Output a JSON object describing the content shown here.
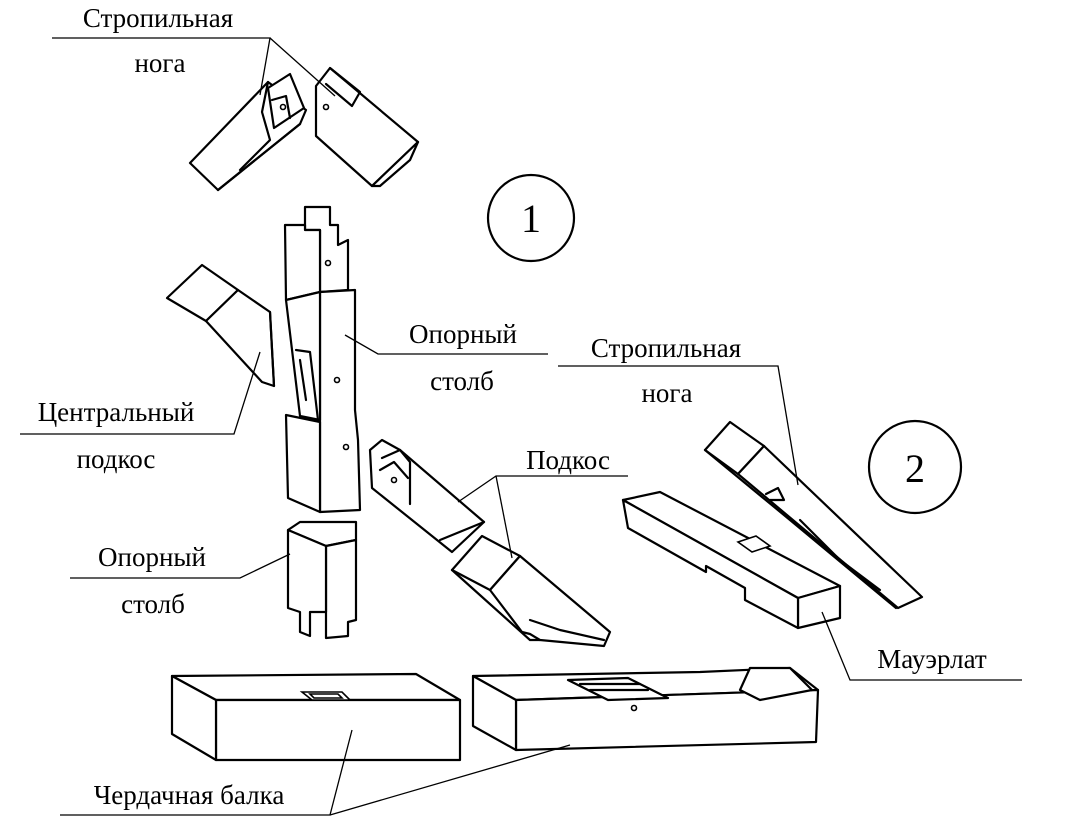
{
  "labels": {
    "rafter_top_l1": "Стропильная",
    "rafter_top_l2": "нога",
    "post_mid_l1": "Опорный",
    "post_mid_l2": "столб",
    "rafter_right_l1": "Стропильная",
    "rafter_right_l2": "нога",
    "central_brace_l1": "Центральный",
    "central_brace_l2": "подкос",
    "brace": "Подкос",
    "post_low_l1": "Опорный",
    "post_low_l2": "столб",
    "wall_plate": "Мауэрлат",
    "attic_beam": "Чердачная балка"
  },
  "markers": {
    "one": "1",
    "two": "2"
  }
}
